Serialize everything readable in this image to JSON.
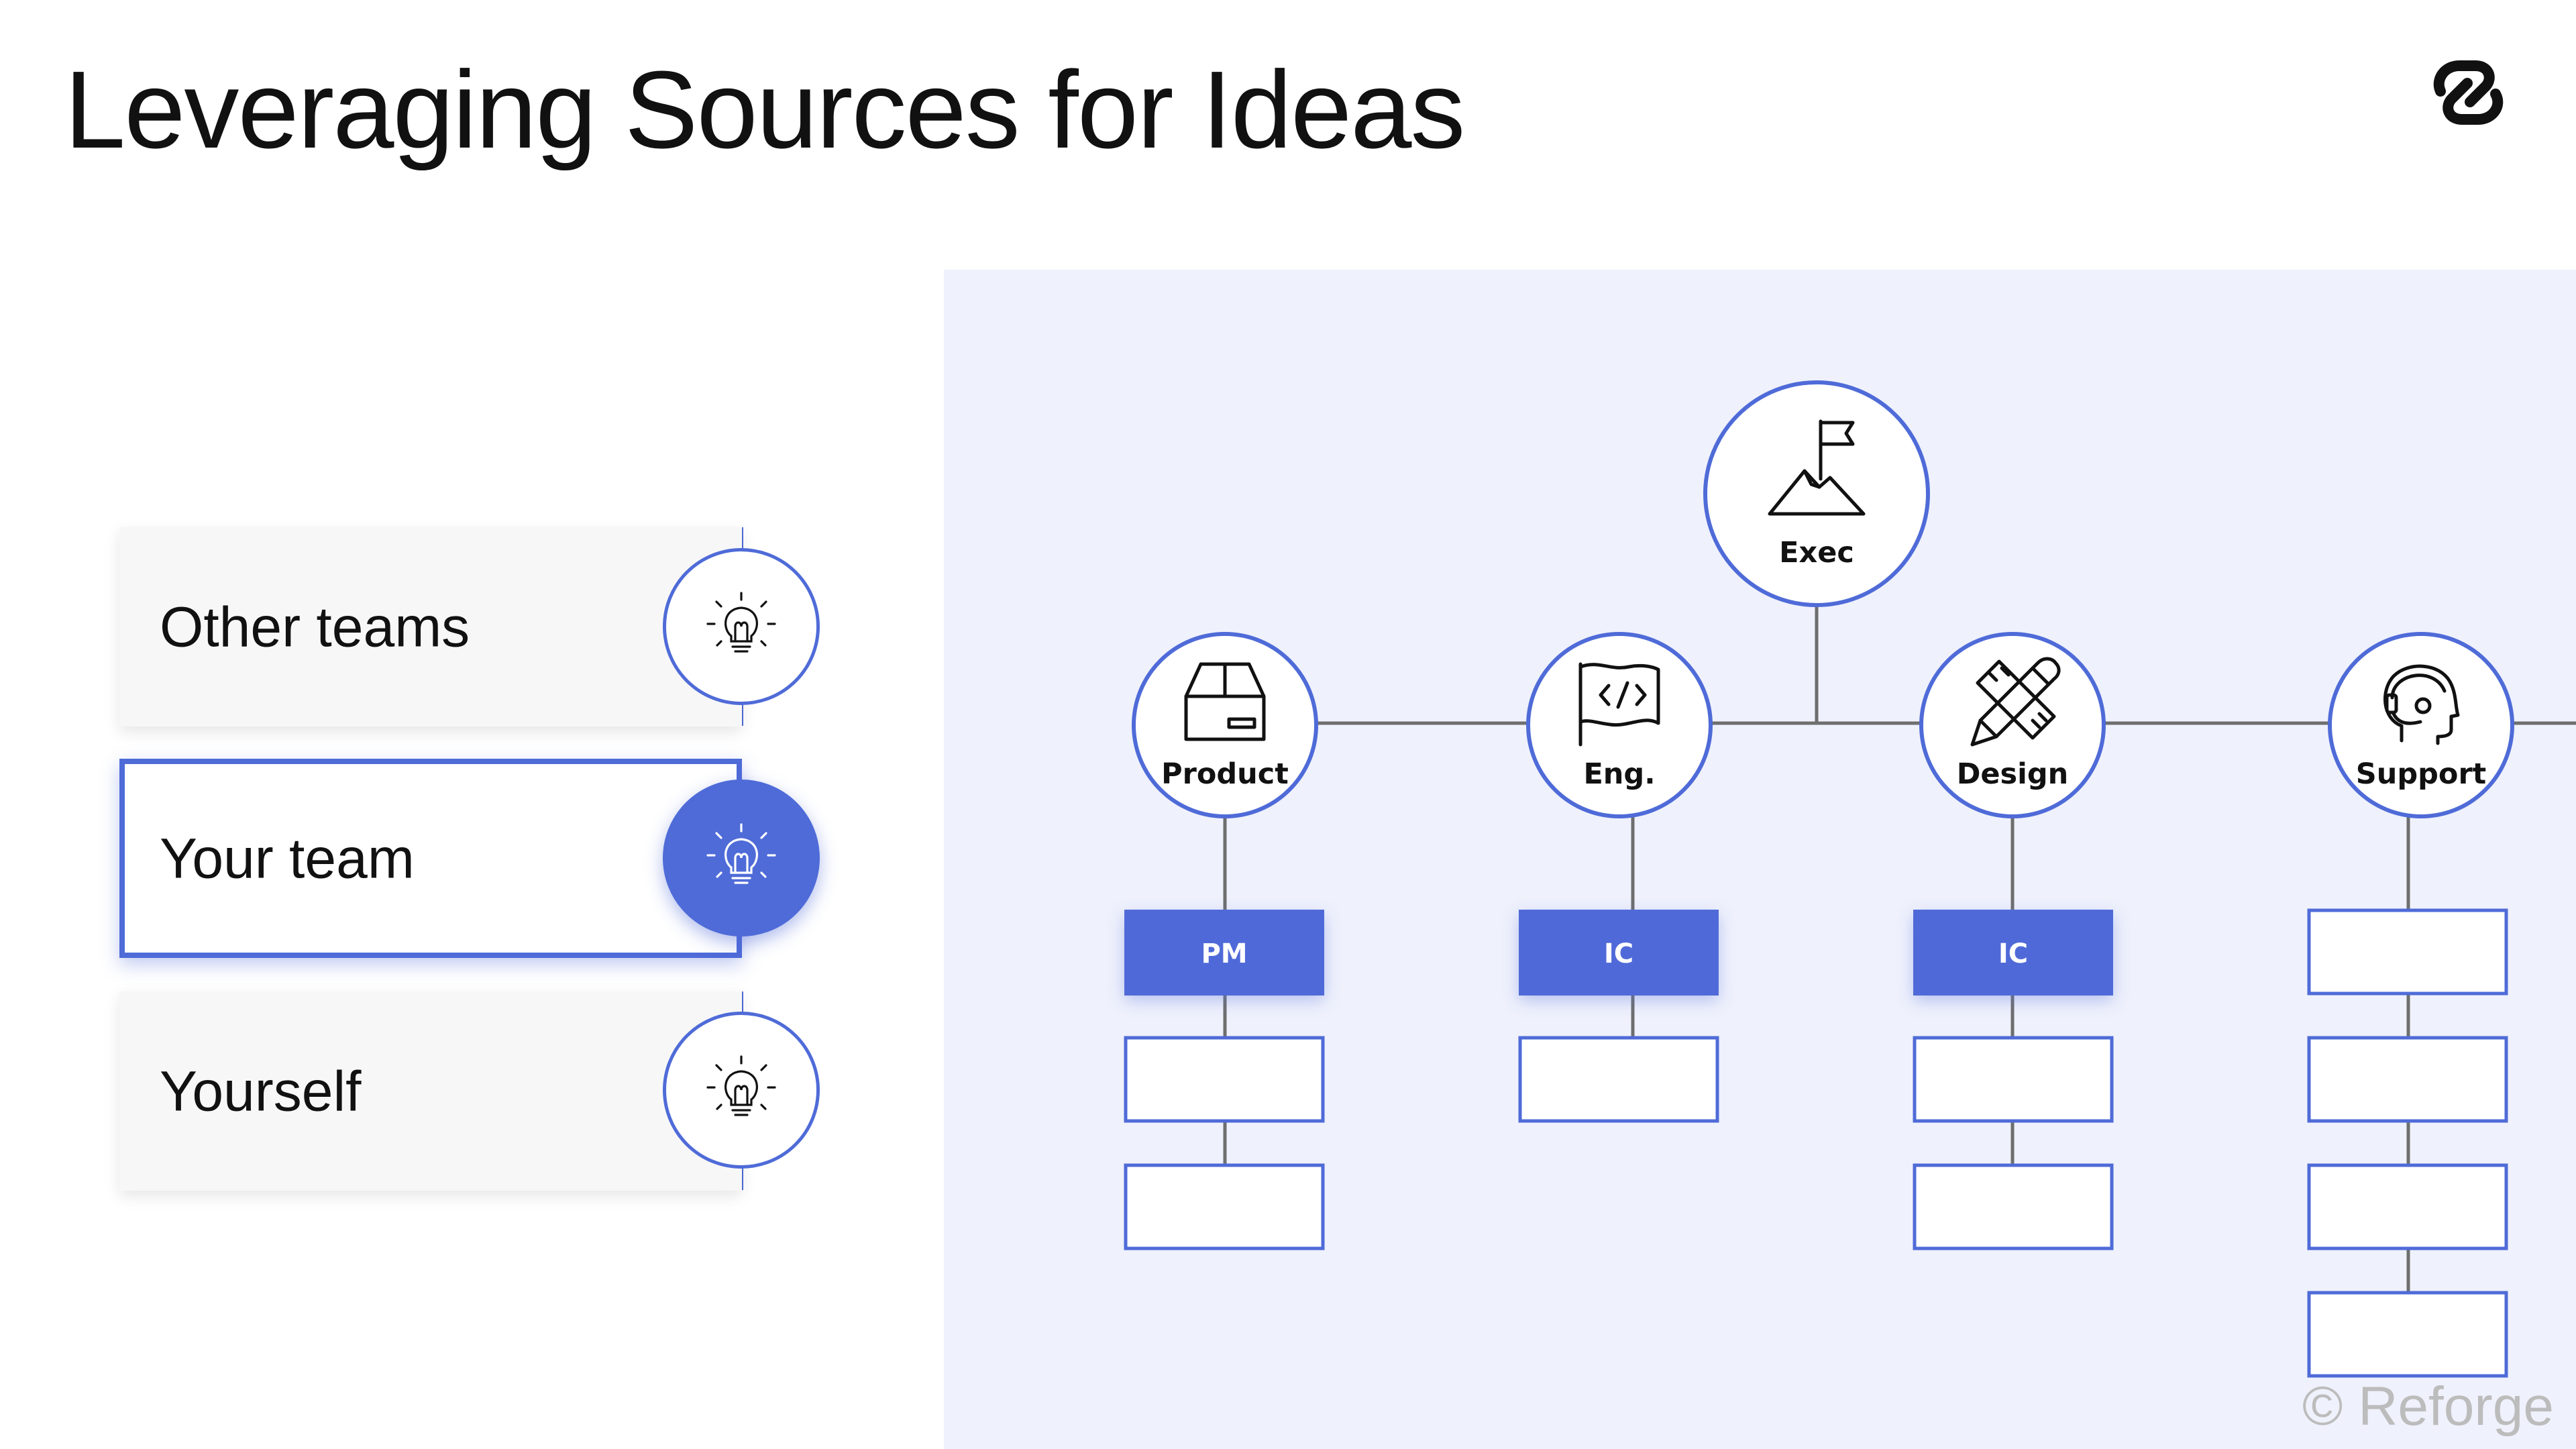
{
  "title": "Leveraging Sources for Ideas",
  "logo_icon": "reforge-logo-icon",
  "sources": [
    {
      "label": "Other teams",
      "selected": false,
      "icon": "lightbulb-icon"
    },
    {
      "label": "Your team",
      "selected": true,
      "icon": "lightbulb-icon"
    },
    {
      "label": "Yourself",
      "selected": false,
      "icon": "lightbulb-icon"
    }
  ],
  "org_chart": {
    "top": {
      "label": "Exec",
      "icon": "mountain-flag-icon"
    },
    "departments": [
      {
        "label": "Product",
        "icon": "box-icon",
        "highlight_label": "PM",
        "empty_boxes": 2
      },
      {
        "label": "Eng.",
        "icon": "code-flag-icon",
        "highlight_label": "IC",
        "empty_boxes": 1
      },
      {
        "label": "Design",
        "icon": "pencil-ruler-icon",
        "highlight_label": "IC",
        "empty_boxes": 2
      },
      {
        "label": "Support",
        "icon": "headset-icon",
        "highlight_label": "",
        "empty_boxes": 4
      }
    ]
  },
  "copyright": "© Reforge",
  "colors": {
    "accent": "#4f6bd8",
    "panel": "#eff1fc",
    "line": "#6e6e6e"
  }
}
